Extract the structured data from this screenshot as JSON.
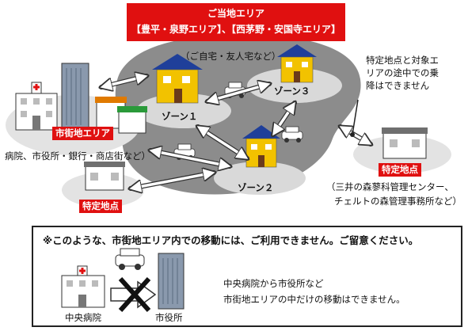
{
  "title": {
    "line1": "ご当地エリア",
    "line2": "【豊平・泉野エリア】、【西茅野・安国寺エリア】"
  },
  "home_note": "（ご自宅・友人宅など）",
  "zones": {
    "zone1": "ゾーン１",
    "zone2": "ゾーン２",
    "zone3": "ゾーン３"
  },
  "right_note": {
    "line1": "特定地点と対象エ",
    "line2": "リアの途中での乗",
    "line3": "降はできません"
  },
  "city_area": {
    "label": "市街地エリア",
    "desc": "病院、市役所・銀行・商店街など）"
  },
  "specific_point_right": {
    "label": "特定地点",
    "desc1": "（三井の森蓼科管理センター、",
    "desc2": "チェルトの森管理事務所など）"
  },
  "specific_point_left": {
    "label": "特定地点"
  },
  "notice": {
    "headline": "※このような、市街地エリア内での移動には、ご利用できません。ご留意ください。",
    "sub1": "中央病院から市役所など",
    "sub2": "市街地エリアの中だけの移動はできません。",
    "hospital_label": "中央病院",
    "city_hall_label": "市役所"
  },
  "colors": {
    "accent_red": "#e01010",
    "zone_gray": "#8c8c8c",
    "zone_light": "#d9d9d9",
    "house_blue": "#1f3f9a",
    "house_yellow": "#f2c200",
    "city_oval": "#e3e3e3"
  }
}
